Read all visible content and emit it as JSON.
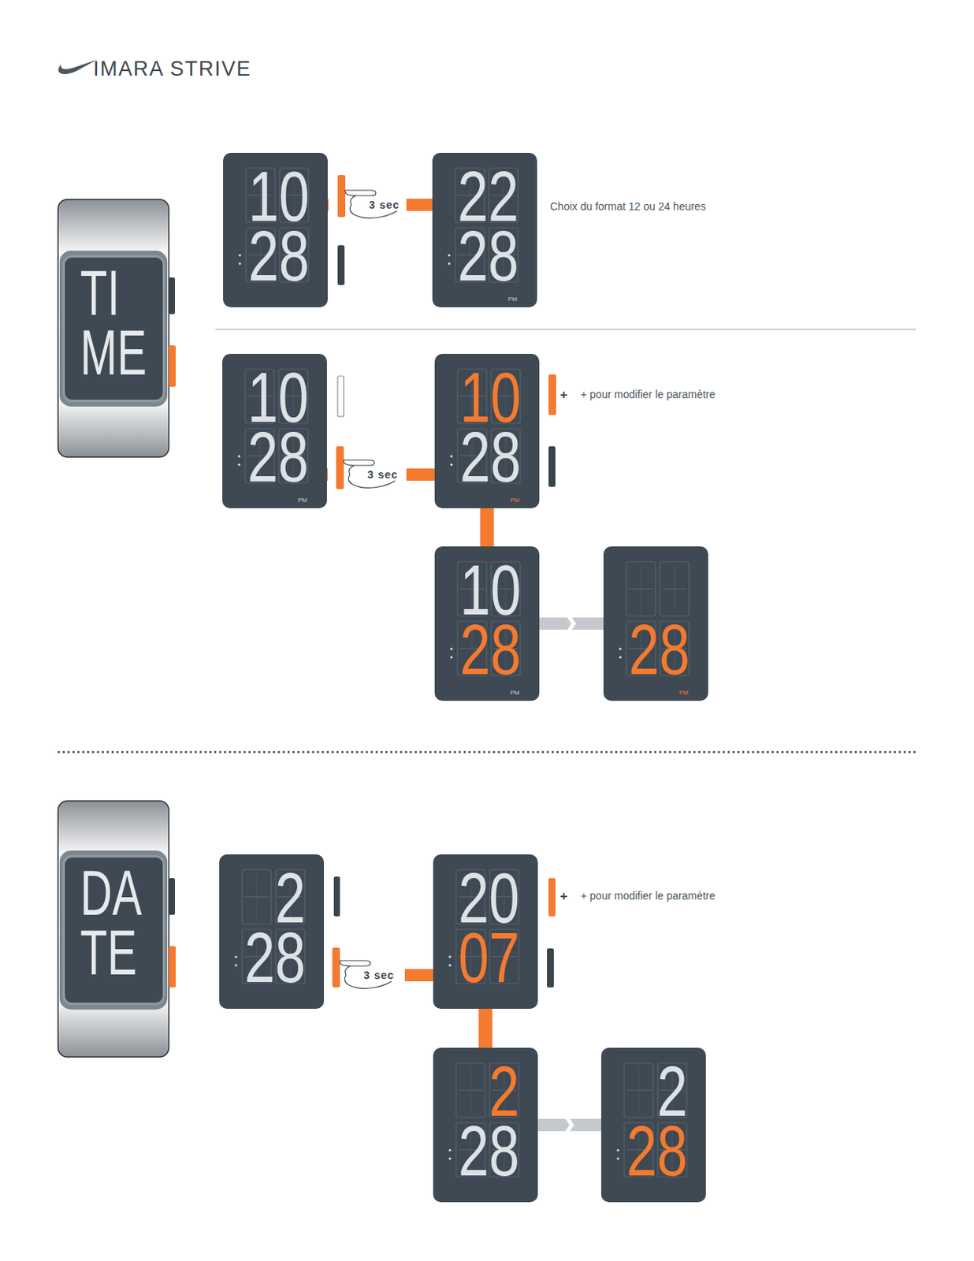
{
  "diagram": {
    "title": "IMARA STRIVE",
    "nodes": [
      {
        "text": [
          "TI",
          "ME"
        ]
      },
      {
        "text": [
          "10",
          "28"
        ]
      },
      {
        "text": [
          "22",
          "28",
          "PM"
        ]
      },
      {
        "text": [
          "10",
          "28",
          "PM"
        ]
      },
      {
        "text": [
          "10",
          "28",
          "PM"
        ]
      },
      {
        "text": [
          "10",
          "28",
          "PM"
        ]
      },
      {
        "text": [
          "28",
          "PM"
        ]
      },
      {
        "text": [
          "DA",
          "TE"
        ]
      },
      {
        "text": [
          "2",
          "28"
        ]
      },
      {
        "text": [
          "20",
          "07"
        ]
      },
      {
        "text": [
          "2",
          "28"
        ]
      },
      {
        "text": [
          "2",
          "28"
        ]
      }
    ],
    "edges": [
      {
        "from": 1,
        "to": 2,
        "label": "3 sec",
        "arrow": "none"
      },
      {
        "from": 3,
        "to": 4,
        "label": "3 sec",
        "arrow": "none"
      },
      {
        "from": 4,
        "to": 5,
        "arrow": "none"
      },
      {
        "from": 5,
        "to": 6,
        "arrow": "to"
      },
      {
        "from": 8,
        "to": 9,
        "label": "3 sec",
        "arrow": "none"
      },
      {
        "from": 9,
        "to": 10,
        "arrow": "none"
      },
      {
        "from": 10,
        "to": 11,
        "arrow": "to"
      }
    ],
    "labels": [
      "Choix du format 12 ou 24 heures",
      "+",
      "+ pour modifier le paramètre",
      "+",
      "+ pour modifier le paramètre"
    ]
  }
}
